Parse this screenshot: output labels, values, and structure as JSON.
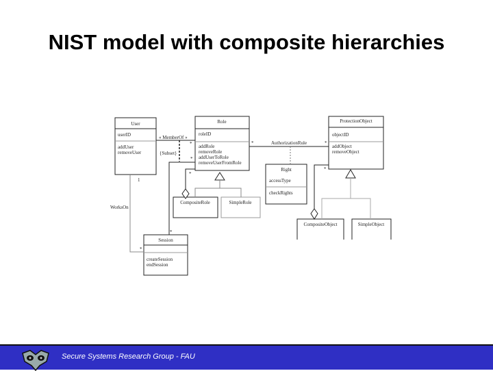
{
  "slide": {
    "title": "NIST model with composite hierarchies"
  },
  "footer": {
    "text": "Secure Systems Research Group - FAU",
    "bar_color": "#2f2fc4"
  },
  "diagram": {
    "classes": {
      "user": {
        "name": "User",
        "attributes": [
          "userID"
        ],
        "operations": [
          "addUser",
          "removeUser"
        ]
      },
      "role": {
        "name": "Role",
        "attributes": [
          "roleID"
        ],
        "operations": [
          "addRole",
          "removeRole",
          "addUserToRole",
          "removeUserFromRole"
        ]
      },
      "protection_object": {
        "name": "ProtectionObject",
        "attributes": [
          "objectID"
        ],
        "operations": [
          "addObject",
          "removeObject"
        ]
      },
      "right": {
        "name": "Right",
        "attributes": [
          "accessType"
        ],
        "operations": [
          "checkRights"
        ]
      },
      "composite_role": {
        "name": "CompositeRole"
      },
      "simple_role": {
        "name": "SimpleRole"
      },
      "composite_object": {
        "name": "CompositeObject"
      },
      "simple_object": {
        "name": "SimpleObject"
      },
      "session": {
        "name": "Session",
        "attributes": [],
        "operations": [
          "createSession",
          "endSession"
        ]
      }
    },
    "associations": {
      "member_of": "« MemberOf »",
      "subset": "{Subset}",
      "authorization_rule": "AuthorizationRule",
      "works_on": "WorksOn"
    },
    "multiplicities": {
      "star": "*",
      "one": "1"
    }
  }
}
